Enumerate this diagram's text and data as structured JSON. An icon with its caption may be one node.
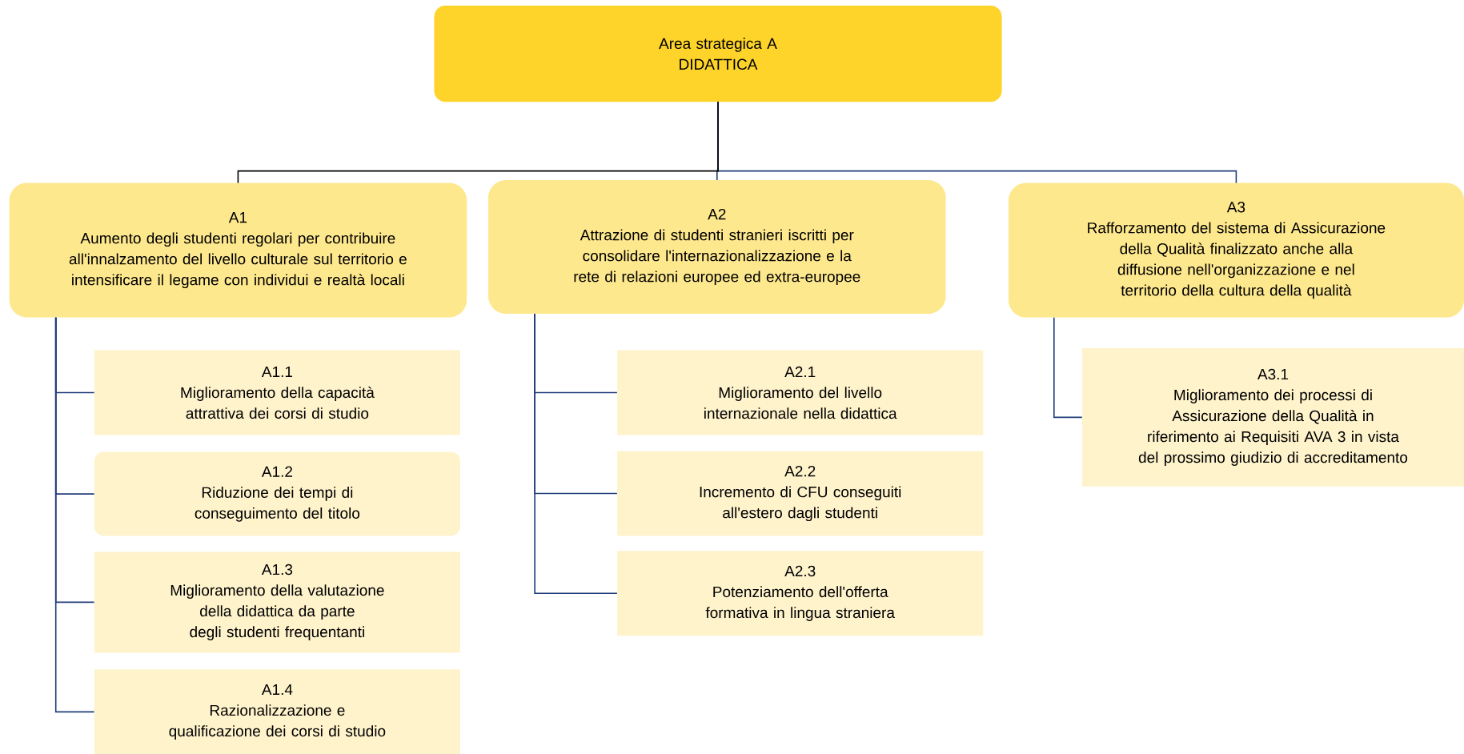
{
  "diagram": {
    "nodes": [
      {
        "text": [
          "Area strategica A",
          "DIDATTICA"
        ]
      },
      {
        "text": [
          "A1",
          "Aumento degli studenti regolari per contribuire all'innalzamento del livello culturale sul territorio e intensificare il legame con individui e realtà locali"
        ]
      },
      {
        "text": [
          "A2",
          "Attrazione di studenti stranieri iscritti per consolidare l'internazionalizzazione e la rete di relazioni europee ed extra-europee"
        ]
      },
      {
        "text": [
          "A3",
          "Rafforzamento del sistema di Assicurazione della Qualità finalizzato anche alla diffusione nell'organizzazione e nel territorio della cultura della qualità"
        ]
      },
      {
        "text": [
          "A1.1",
          "Miglioramento della capacità attrattiva dei corsi di studio"
        ]
      },
      {
        "text": [
          "A1.2",
          "Riduzione dei tempi di conseguimento del titolo"
        ]
      },
      {
        "text": [
          "A1.3",
          "Miglioramento della valutazione della didattica da parte degli studenti frequentanti"
        ]
      },
      {
        "text": [
          "A1.4",
          "Razionalizzazione e qualificazione dei corsi di studio"
        ]
      },
      {
        "text": [
          "A2.1",
          "Miglioramento del livello internazionale nella didattica"
        ]
      },
      {
        "text": [
          "A2.2",
          "Incremento di CFU conseguiti all'estero dagli studenti"
        ]
      },
      {
        "text": [
          "A2.3",
          "Potenziamento dell'offerta formativa in lingua straniera"
        ]
      },
      {
        "text": [
          "A3.1",
          "Miglioramento dei processi di Assicurazione della Qualità in riferimento ai Requisiti AVA 3 in vista del prossimo giudizio di accreditamento"
        ]
      }
    ],
    "edges": [
      {
        "from": 0,
        "to": 1,
        "arrow": "none",
        "color": "#000000"
      },
      {
        "from": 0,
        "to": 2,
        "arrow": "none"
      },
      {
        "from": 0,
        "to": 3,
        "arrow": "none"
      },
      {
        "from": 1,
        "to": 4,
        "arrow": "none"
      },
      {
        "from": 1,
        "to": 5,
        "arrow": "none"
      },
      {
        "from": 1,
        "to": 6,
        "arrow": "none"
      },
      {
        "from": 1,
        "to": 7,
        "arrow": "none"
      },
      {
        "from": 2,
        "to": 8,
        "arrow": "none"
      },
      {
        "from": 2,
        "to": 9,
        "arrow": "none"
      },
      {
        "from": 2,
        "to": 10,
        "arrow": "none"
      },
      {
        "from": 3,
        "to": 11,
        "arrow": "none"
      }
    ]
  }
}
